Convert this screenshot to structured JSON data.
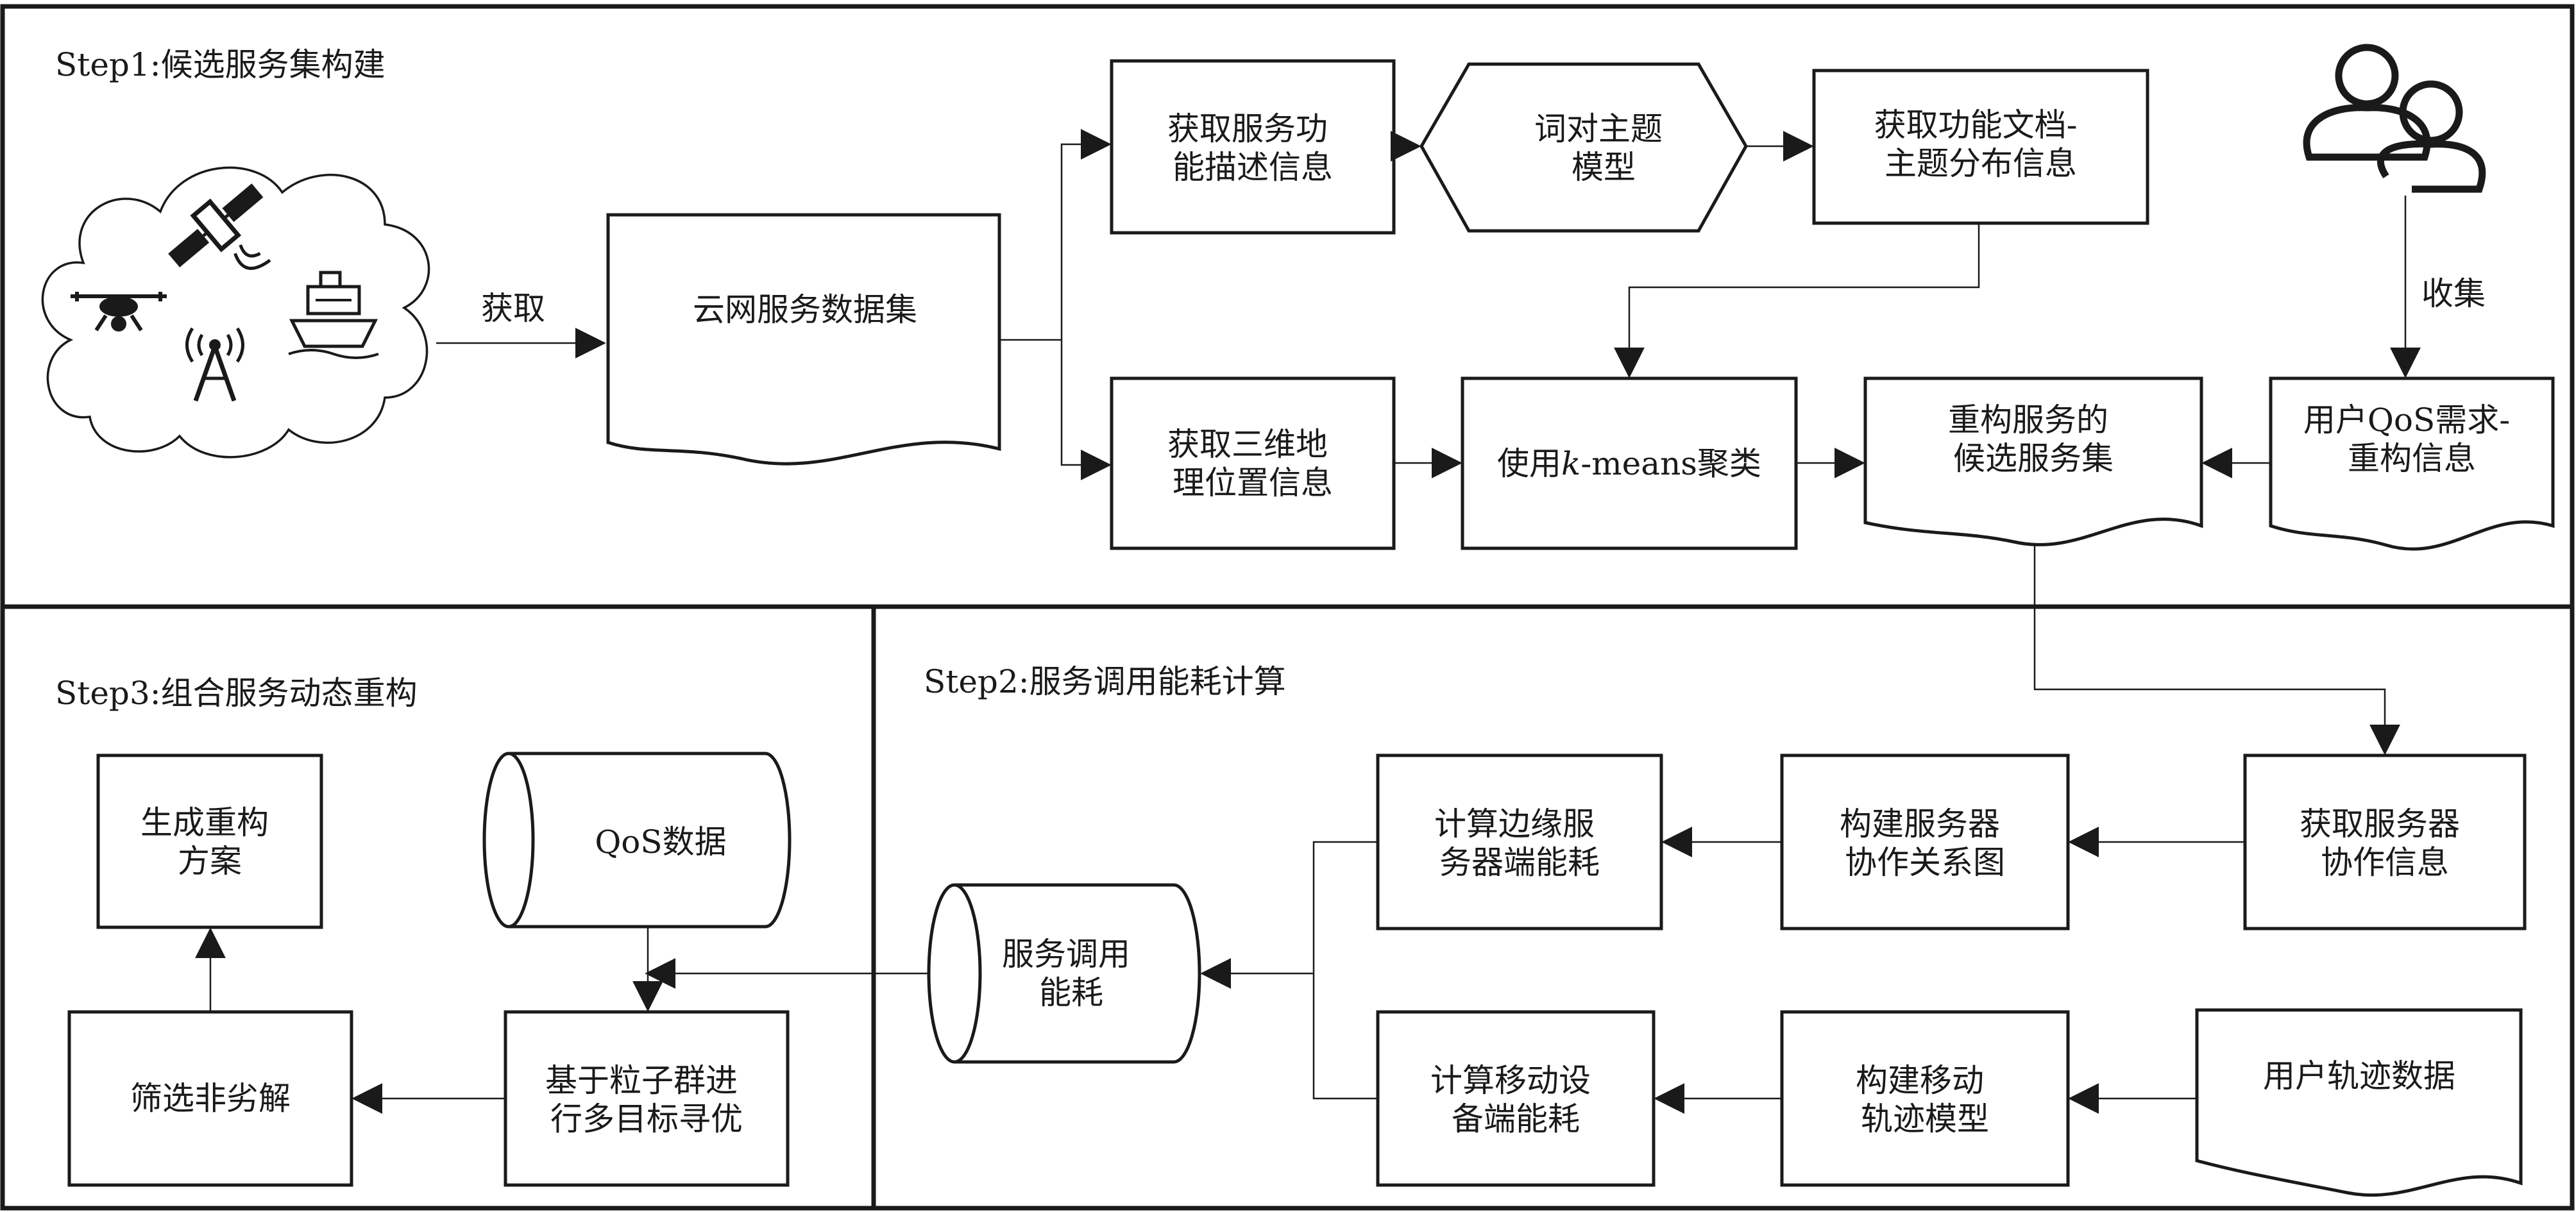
{
  "steps": {
    "step1": "Step1:候选服务集构建",
    "step2": "Step2:服务调用能耗计算",
    "step3": "Step3:组合服务动态重构"
  },
  "edges": {
    "acquire": "获取",
    "collect": "收集"
  },
  "nodes": {
    "cloud_dataset": "云网服务数据集",
    "func_desc": [
      "获取服务功",
      "能描述信息"
    ],
    "btm": [
      "词对主题",
      "模型"
    ],
    "doc_topic": [
      "获取功能文档-",
      "主题分布信息"
    ],
    "geo_3d": [
      "获取三维地",
      "理位置信息"
    ],
    "kmeans": {
      "prefix": "使用",
      "italic": "k",
      "suffix": "-means聚类"
    },
    "candidate_set": [
      "重构服务的",
      "候选服务集"
    ],
    "user_qos": [
      "用户QoS需求-",
      "重构信息"
    ],
    "server_collab": [
      "获取服务器",
      "协作信息"
    ],
    "build_graph": [
      "构建服务器",
      "协作关系图"
    ],
    "edge_energy": [
      "计算边缘服",
      "务器端能耗"
    ],
    "call_energy": [
      "服务调用",
      "能耗"
    ],
    "mobile_energy": [
      "计算移动设",
      "备端能耗"
    ],
    "trajectory_model": [
      "构建移动",
      "轨迹模型"
    ],
    "user_trajectory": "用户轨迹数据",
    "qos_data": "QoS数据",
    "pso": [
      "基于粒子群进",
      "行多目标寻优"
    ],
    "non_inferior": "筛选非劣解",
    "plan": [
      "生成重构",
      "方案"
    ]
  },
  "icons": [
    "cloud-icon",
    "satellite-icon",
    "drone-icon",
    "ship-icon",
    "signal-tower-icon",
    "users-icon"
  ],
  "colors": {
    "stroke": "#1a1a1a",
    "background": "#ffffff"
  }
}
